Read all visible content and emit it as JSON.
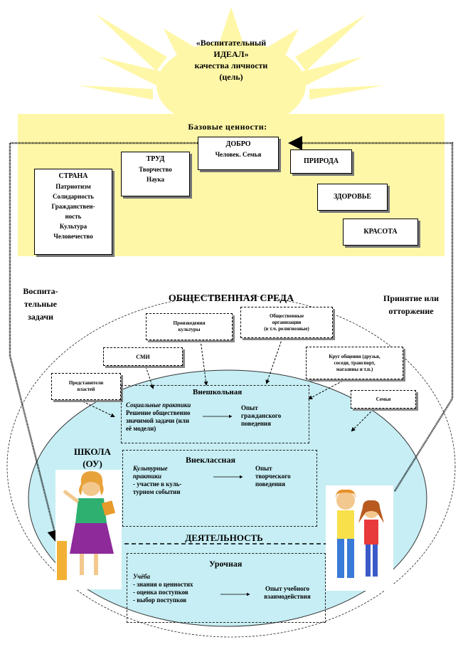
{
  "sun_text": [
    "«Воспитательный",
    "ИДЕАЛ»",
    "качества личности",
    "(цель)"
  ],
  "base_values": {
    "title": "Базовые ценности:",
    "dobro": [
      "ДОБРО",
      "Человек. Семья"
    ],
    "trud": [
      "ТРУД",
      "Творчество",
      "Наука"
    ],
    "priroda": "ПРИРОДА",
    "strana": [
      "СТРАНА",
      "Патриотизм",
      "Солидарность",
      "Гражданствен-",
      "ность",
      "Культура",
      "Человечество"
    ],
    "zdorovie": "ЗДОРОВЬЕ",
    "krasota": "КРАСОТА"
  },
  "side_left": [
    "Воспита-",
    "тельные",
    "задачи"
  ],
  "side_right": [
    "Принятие или",
    "отторжение"
  ],
  "social": {
    "title": "ОБЩЕСТВЕННАЯ СРЕДА",
    "culture": [
      "Произведения",
      "культуры"
    ],
    "orgs": [
      "Общественные",
      "организации",
      "(в т.ч. религиозные)"
    ],
    "smi": "СМИ",
    "circle": [
      "Круг общения (друзья,",
      "соседи, транспорт,",
      "магазины и т.п.)"
    ],
    "authorities": [
      "Представители",
      "властей"
    ],
    "family": "Семья"
  },
  "school": {
    "label": [
      "ШКОЛА",
      "(ОУ)"
    ],
    "extra_school": {
      "title": "Внешкольная",
      "lines": [
        "Социальные практики",
        "Решение общественно",
        "значимой задачи (или",
        "её модели)"
      ],
      "result": [
        "Опыт",
        "гражданского",
        "поведения"
      ]
    },
    "extra_class": {
      "title": "Внеклассная",
      "lines": [
        "Культурные",
        "практики",
        "- участие в куль-",
        "турном событии"
      ],
      "result": [
        "Опыт",
        "творческого",
        "поведения"
      ]
    },
    "activity": "ДЕЯТЕЛЬНОСТЬ",
    "lesson": {
      "title": "Урочная",
      "lines": [
        "Учёба",
        "- знания о ценностях",
        "- оценка поступков",
        "- выбор поступков"
      ],
      "result": [
        "Опыт учебного",
        "взаимодействия"
      ]
    }
  },
  "colors": {
    "sun": "#fff7a8",
    "yellow_band": "#fff7a8",
    "school_fill": "#c6eef4"
  }
}
